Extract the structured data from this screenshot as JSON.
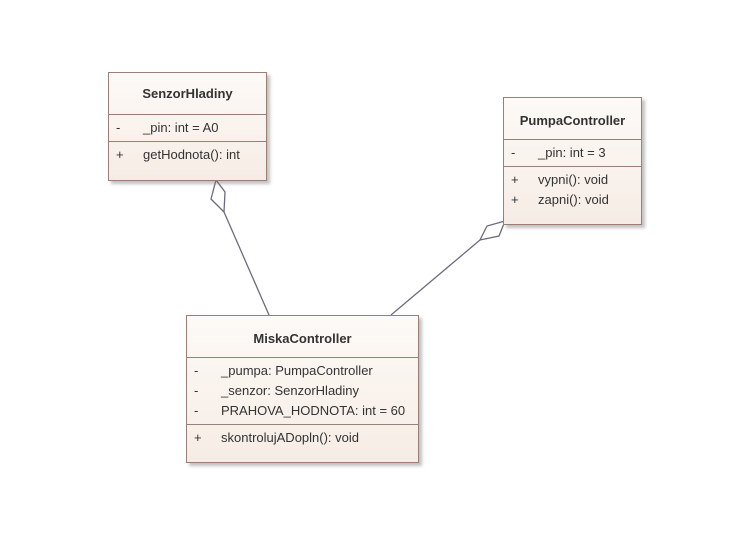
{
  "classes": {
    "senzor": {
      "name": "SenzorHladiny",
      "attributes": [
        {
          "vis": "-",
          "text": "_pin: int = A0"
        }
      ],
      "operations": [
        {
          "vis": "+",
          "text": "getHodnota(): int"
        }
      ]
    },
    "pumpa": {
      "name": "PumpaController",
      "attributes": [
        {
          "vis": "-",
          "text": "_pin: int = 3"
        }
      ],
      "operations": [
        {
          "vis": "+",
          "text": "vypni(): void"
        },
        {
          "vis": "+",
          "text": "zapni(): void"
        }
      ]
    },
    "miska": {
      "name": "MiskaController",
      "attributes": [
        {
          "vis": "-",
          "text": "_pumpa: PumpaController"
        },
        {
          "vis": "-",
          "text": "_senzor: SenzorHladiny"
        },
        {
          "vis": "-",
          "text": "PRAHOVA_HODNOTA: int = 60"
        }
      ],
      "operations": [
        {
          "vis": "+",
          "text": "skontrolujADopln(): void"
        }
      ]
    }
  },
  "relations": [
    {
      "type": "aggregation",
      "whole": "senzor",
      "part": "miska"
    },
    {
      "type": "aggregation",
      "whole": "pumpa",
      "part": "miska"
    }
  ],
  "colors": {
    "border": "#9a7f74",
    "line": "#6b6b80",
    "text": "#333333"
  }
}
